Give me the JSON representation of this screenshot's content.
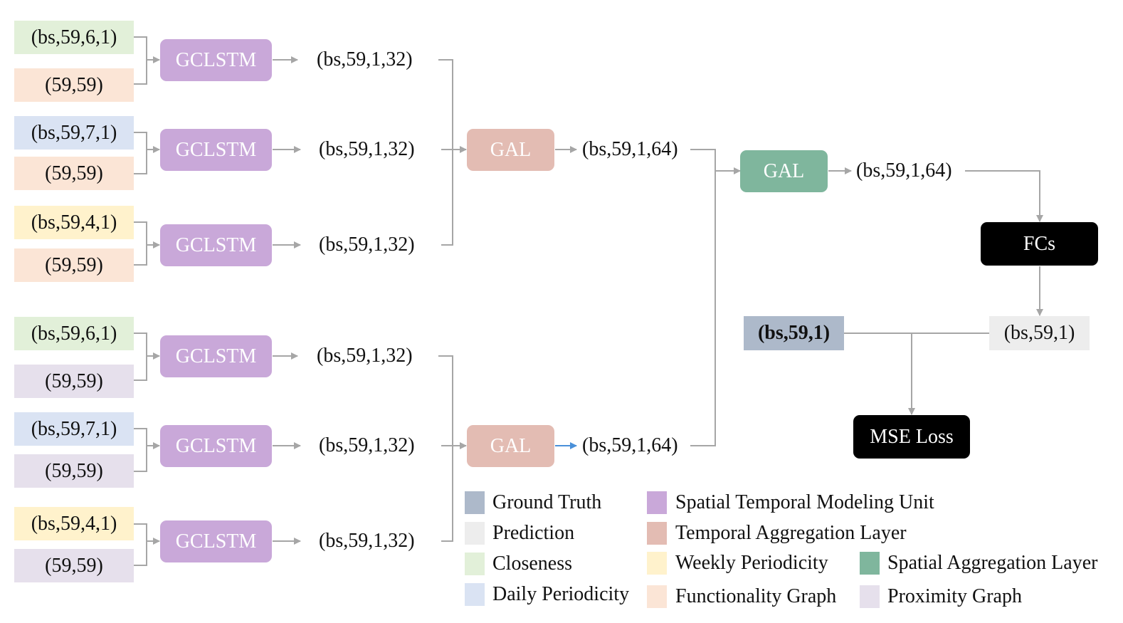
{
  "colors": {
    "closeness": "#e2f0d9",
    "daily": "#dae3f3",
    "weekly": "#fff2cc",
    "functionality_graph": "#fbe5d6",
    "proximity_graph": "#e6e0ec",
    "gclstm": "#c9a8d9",
    "gal_temporal": "#e3bcb3",
    "gal_spatial": "#7fb69d",
    "ground_truth": "#adb9ca",
    "prediction": "#ededed",
    "black": "#000000",
    "arrow_gray": "#a6a6a6",
    "arrow_blue": "#4a90d9"
  },
  "inputs": {
    "group1": [
      {
        "data": "(bs,59,6,1)",
        "graph": "(59,59)"
      },
      {
        "data": "(bs,59,7,1)",
        "graph": "(59,59)"
      },
      {
        "data": "(bs,59,4,1)",
        "graph": "(59,59)"
      }
    ],
    "group2": [
      {
        "data": "(bs,59,6,1)",
        "graph": "(59,59)"
      },
      {
        "data": "(bs,59,7,1)",
        "graph": "(59,59)"
      },
      {
        "data": "(bs,59,4,1)",
        "graph": "(59,59)"
      }
    ]
  },
  "units": {
    "gclstm_label": "GCLSTM",
    "gclstm_outputs": [
      "(bs,59,1,32)",
      "(bs,59,1,32)",
      "(bs,59,1,32)",
      "(bs,59,1,32)",
      "(bs,59,1,32)",
      "(bs,59,1,32)"
    ],
    "gal_label": "GAL",
    "gal_temporal_outputs": [
      "(bs,59,1,64)",
      "(bs,59,1,64)"
    ],
    "gal_spatial_output": "(bs,59,1,64)",
    "fcs_label": "FCs",
    "prediction_shape": "(bs,59,1)",
    "ground_truth_shape": "(bs,59,1)",
    "loss_label": "MSE Loss"
  },
  "legend": {
    "ground_truth": "Ground Truth",
    "prediction": "Prediction",
    "closeness": "Closeness",
    "daily": "Daily Periodicity",
    "stmu": "Spatial Temporal Modeling Unit",
    "tal": "Temporal Aggregation Layer",
    "weekly": "Weekly Periodicity",
    "functionality_graph": "Functionality Graph",
    "sal": "Spatial Aggregation Layer",
    "proximity_graph": "Proximity Graph"
  }
}
